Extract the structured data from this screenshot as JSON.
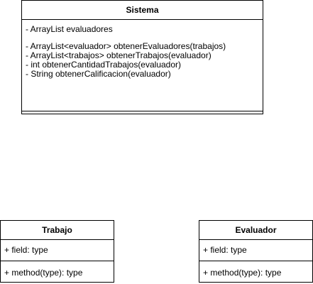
{
  "sistema": {
    "name": "Sistema",
    "attributes": [
      "- ArrayList evaluadores"
    ],
    "operations": [
      "- ArrayList<evaluador> obtenerEvaluadores(trabajos)",
      "- ArrayList<trabajos> obtenerTrabajos(evaluador)",
      "- int obtenerCantidadTrabajos(evaluador)",
      "- String obtenerCalificacion(evaluador)"
    ]
  },
  "trabajo": {
    "name": "Trabajo",
    "field": "+ field: type",
    "method": "+ method(type): type"
  },
  "evaluador": {
    "name": "Evaluador",
    "field": "+ field: type",
    "method": "+ method(type): type"
  }
}
